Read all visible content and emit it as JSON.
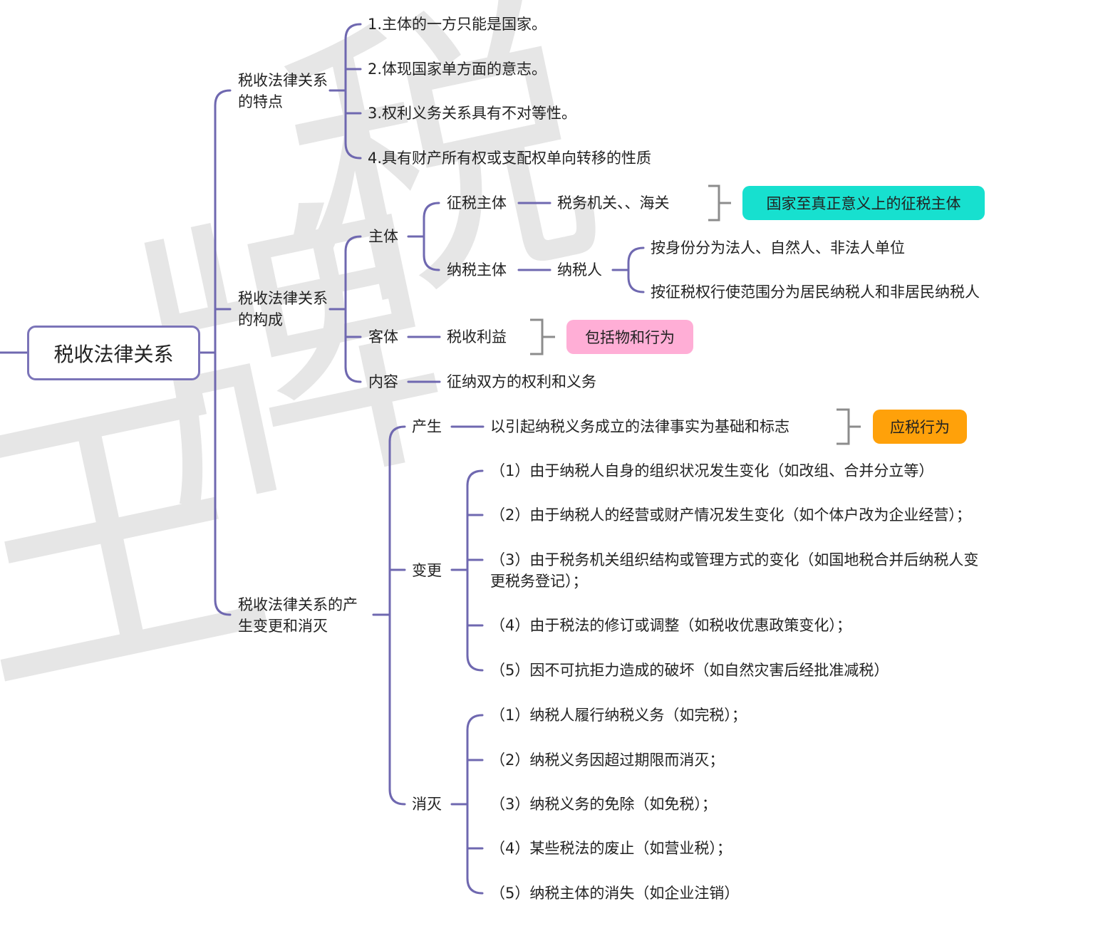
{
  "colors": {
    "line": "#6f68b0",
    "bracket": "#8c8c8c",
    "tag_cyan": "#17e0cf",
    "tag_pink": "#ffaed6",
    "tag_orange": "#ffa10a"
  },
  "root": "税收法律关系",
  "branches": {
    "features": {
      "label": "税收法律关系的特点",
      "items": [
        "1.主体的一方只能是国家。",
        "2.体现国家单方面的意志。",
        "3.权利义务关系具有不对等性。",
        "4.具有财产所有权或支配权单向转移的性质"
      ]
    },
    "composition": {
      "label": "税收法律关系的构成",
      "subject": {
        "label": "主体",
        "levy": {
          "label": "征税主体",
          "value": "税务机关、、海关",
          "note": "国家至真正意义上的征税主体"
        },
        "pay": {
          "label": "纳税主体",
          "value": "纳税人",
          "items": [
            "按身份分为法人、自然人、非法人单位",
            "按征税权行使范围分为居民纳税人和非居民纳税人"
          ]
        }
      },
      "object": {
        "label": "客体",
        "value": "税收利益",
        "note": "包括物和行为"
      },
      "content": {
        "label": "内容",
        "value": "征纳双方的权利和义务"
      }
    },
    "lifecycle": {
      "label": "税收法律关系的产生变更和消灭",
      "arise": {
        "label": "产生",
        "value": "以引起纳税义务成立的法律事实为基础和标志",
        "note": "应税行为"
      },
      "change": {
        "label": "变更",
        "items": [
          "（1）由于纳税人自身的组织状况发生变化（如改组、合并分立等）",
          "（2）由于纳税人的经营或财产情况发生变化（如个体户改为企业经营）；",
          "（3）由于税务机关组织结构或管理方式的变化（如国地税合并后纳税人变更税务登记）；",
          "（4）由于税法的修订或调整（如税收优惠政策变化）；",
          "（5）因不可抗拒力造成的破坏（如自然灾害后经批准减税）"
        ]
      },
      "end": {
        "label": "消灭",
        "items": [
          "（1）纳税人履行纳税义务（如完税）；",
          "（2）纳税义务因超过期限而消灭；",
          "（3）纳税义务的免除（如免税）；",
          "（4）某些税法的废止（如营业税）；",
          "（5）纳税主体的消失（如企业注销）"
        ]
      }
    }
  }
}
